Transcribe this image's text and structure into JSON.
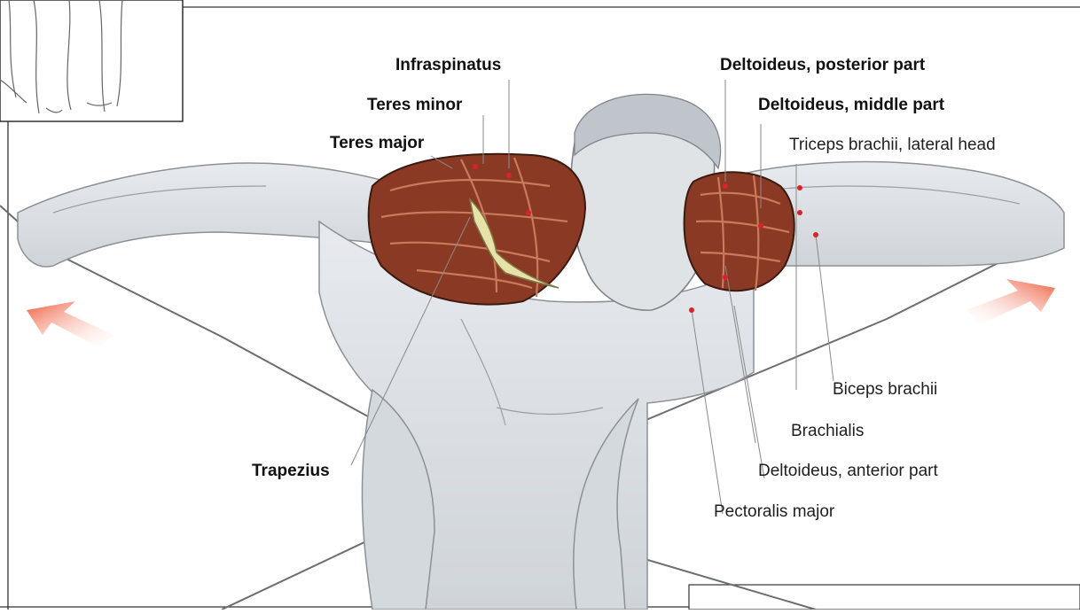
{
  "diagram": {
    "labels": {
      "infraspinatus": "Infraspinatus",
      "teres_minor": "Teres minor",
      "teres_major": "Teres major",
      "deltoid_posterior": "Deltoideus, posterior part",
      "deltoid_middle": "Deltoideus, middle part",
      "triceps_lateral": "Triceps brachii, lateral head",
      "biceps": "Biceps brachii",
      "brachialis": "Brachialis",
      "deltoid_anterior": "Deltoideus, anterior part",
      "pectoralis": "Pectoralis major",
      "trapezius": "Trapezius"
    },
    "colors": {
      "muscle_highlight": "#8a3a24",
      "muscle_mid": "#b65a3c",
      "pointer_dot": "#d8232a",
      "arrow": "#f26d4f",
      "trapezius_highlight": "#e8e2a8",
      "body_grey": "#d9dde1"
    },
    "icons": {
      "left_arrow": "arrow-up-left-icon",
      "right_arrow": "arrow-up-right-icon",
      "thumbnail": "anatomy-figure-thumbnail"
    }
  }
}
